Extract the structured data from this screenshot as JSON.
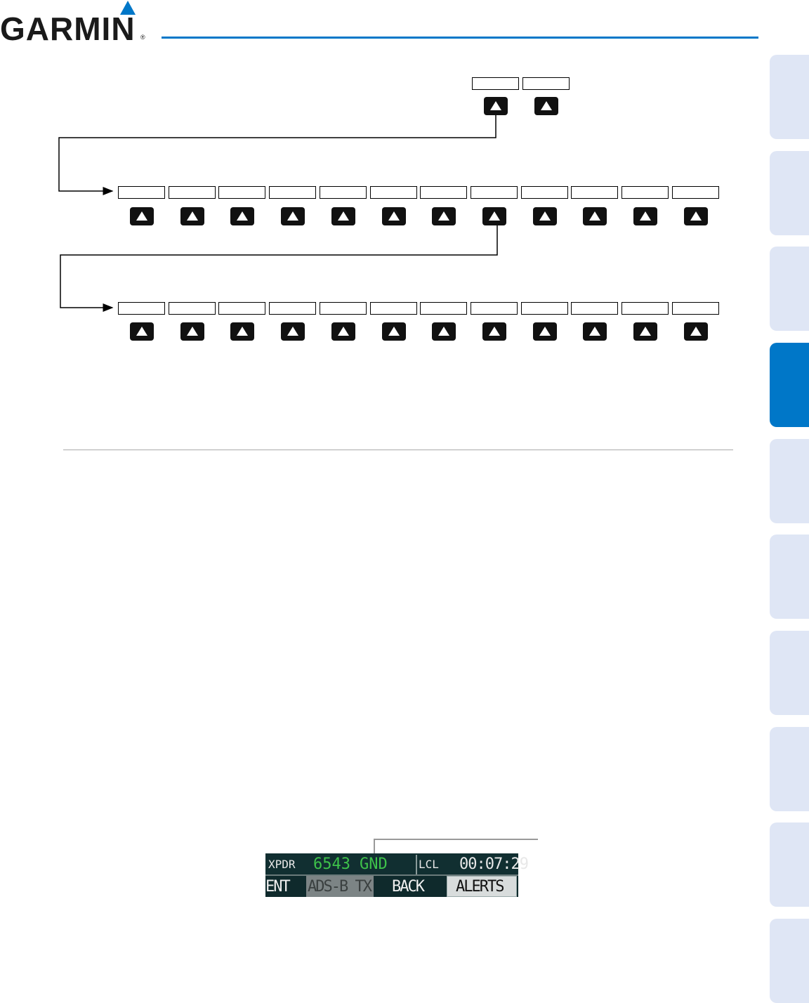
{
  "header": {
    "brand": "GARMIN",
    "registered_mark": "®"
  },
  "colors": {
    "accent": "#0077c8",
    "side_tab": "#dfe6f5",
    "panel_bg": "#0f2a2c",
    "xpdr_green": "#3ec24a"
  },
  "side_tabs": {
    "count": 10,
    "active_index": 3
  },
  "softkey_diagram": {
    "row1_count": 2,
    "row2_count": 12,
    "row3_count": 12
  },
  "status_bar": {
    "xpdr_label": "XPDR",
    "xpdr_code": "6543",
    "xpdr_mode": "GND",
    "lcl_label": "LCL",
    "time": "00:07:29",
    "softkeys": [
      "ENT",
      "ADS-B TX",
      "BACK",
      "ALERTS"
    ]
  }
}
